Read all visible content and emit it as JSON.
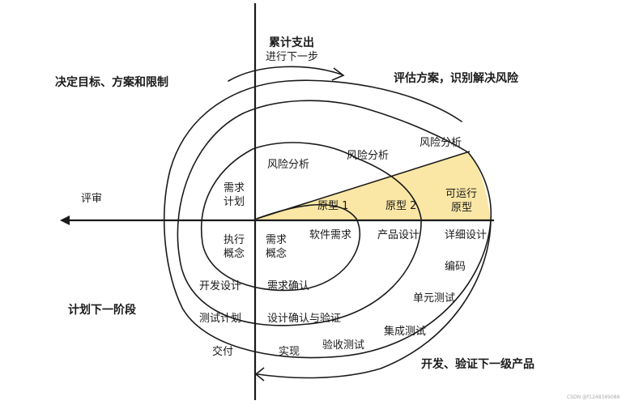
{
  "diagram": {
    "center_title": "累计支出",
    "center_subtitle": "进行下一步",
    "quadrants": {
      "top_left": "决定目标、方案和限制",
      "top_right": "评估方案，识别解决风险",
      "bottom_left": "计划下一阶段",
      "bottom_right": "开发、验证下一级产品"
    },
    "left_axis_label": "评审",
    "risk_analysis": [
      "风险分析",
      "风险分析",
      "风险分析"
    ],
    "prototypes": [
      "原型 1",
      "原型 2",
      "可运行",
      "原型"
    ],
    "planning": {
      "req_plan": [
        "需求",
        "计划"
      ],
      "exec_concept": [
        "执行",
        "概念"
      ],
      "req_concept": [
        "需求",
        "概念"
      ],
      "dev_plan": "开发设计",
      "test_plan": "测试计划",
      "delivery": "交付"
    },
    "development": {
      "software_req": "软件需求",
      "product_design": "产品设计",
      "detail_design": "详细设计",
      "coding": "编码",
      "unit_test": "单元测试",
      "integration_test": "集成测试",
      "acceptance_test": "验收测试",
      "implementation": "实现",
      "req_confirm": "需求确认",
      "design_confirm": "设计确认与验证"
    },
    "watermark": "CSDN @f1248349088"
  }
}
